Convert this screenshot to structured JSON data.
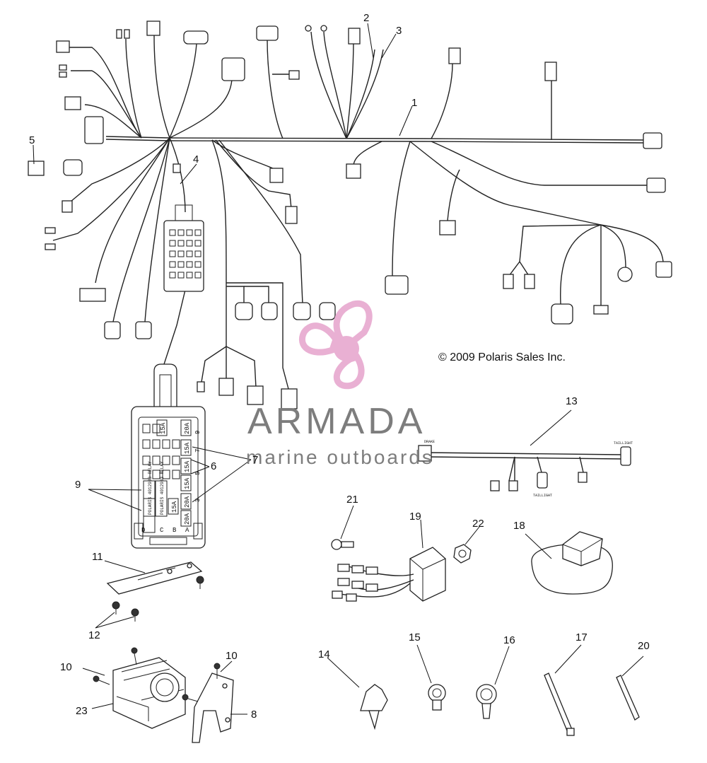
{
  "copyright": "© 2009 Polaris Sales Inc.",
  "watermark": {
    "brand": "ARMADA",
    "tagline": "marine outboards",
    "logo_color": "#e7a8cf",
    "text_color": "#7d7d7d"
  },
  "callouts": {
    "c1": "1",
    "c2": "2",
    "c3": "3",
    "c4": "4",
    "c5": "5",
    "c6": "6",
    "c7": "7",
    "c8": "8",
    "c9": "9",
    "c10a": "10",
    "c10b": "10",
    "c11": "11",
    "c12": "12",
    "c13": "13",
    "c14": "14",
    "c15": "15",
    "c16": "16",
    "c17": "17",
    "c18": "18",
    "c19": "19",
    "c20": "20",
    "c21": "21",
    "c22": "22",
    "c23": "23"
  },
  "fuse_box": {
    "fuses": [
      "15A",
      "20A",
      "15A",
      "15A",
      "15A",
      "20A",
      "15A",
      "20A"
    ],
    "slot_numbers": [
      "9",
      "7",
      "5",
      "3"
    ],
    "relay_labels": [
      "POLARIS 4012933 RELAY",
      "POLARIS 4012933 RELAY"
    ],
    "row_letters": [
      "D",
      "C",
      "B",
      "A"
    ]
  },
  "harness_13": {
    "tags": [
      "DRAKE",
      "TAILLIGHT",
      "TAILLIGHT"
    ]
  }
}
